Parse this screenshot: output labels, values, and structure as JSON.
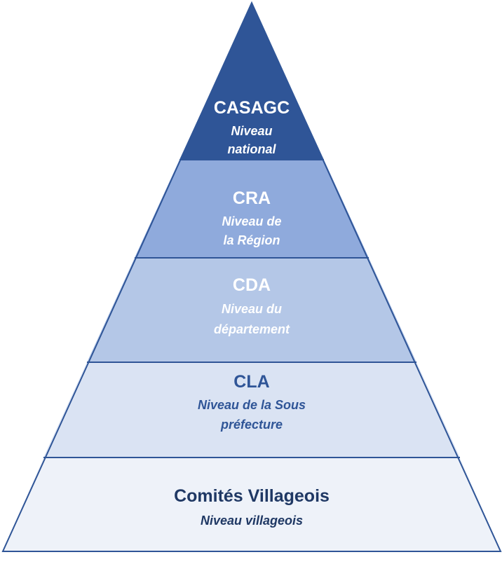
{
  "levels": [
    {
      "name": "CASAGC",
      "subtitle": [
        "Niveau",
        "national"
      ],
      "fill": "#2f5597",
      "name_color": "#ffffff",
      "subtitle_color": "#ffffff"
    },
    {
      "name": "CRA",
      "subtitle": [
        "Niveau de",
        "la Région"
      ],
      "fill": "#8faadc",
      "name_color": "#ffffff",
      "subtitle_color": "#ffffff"
    },
    {
      "name": "CDA",
      "subtitle": [
        "Niveau du",
        "département"
      ],
      "fill": "#b4c7e7",
      "name_color": "#ffffff",
      "subtitle_color": "#ffffff"
    },
    {
      "name": "CLA",
      "subtitle": [
        "Niveau de la Sous",
        "préfecture"
      ],
      "fill": "#dae3f3",
      "name_color": "#2f5597",
      "subtitle_color": "#2f5597"
    },
    {
      "name": "Comités Villageois",
      "subtitle": [
        "Niveau villageois"
      ],
      "fill": "#eef2f9",
      "name_color": "#1f3864",
      "subtitle_color": "#1f3864"
    }
  ],
  "outline_color": "#2f5597"
}
